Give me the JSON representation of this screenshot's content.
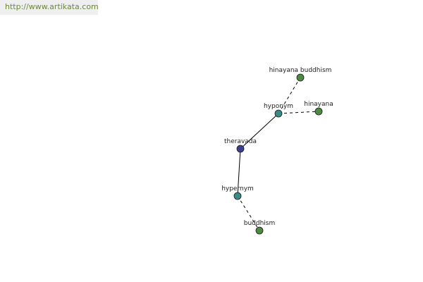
{
  "site": {
    "url_text": "http://www.artikata.com"
  },
  "colors": {
    "center": "#3b3f8f",
    "relation": "#3a8a86",
    "term": "#4f8a43",
    "edge": "#000000",
    "banner_bg": "#efefef",
    "url_text": "#6a8a3a"
  },
  "graph": {
    "nodes": [
      {
        "id": "theravada",
        "label": "theravada",
        "kind": "center"
      },
      {
        "id": "hyponym",
        "label": "hyponym",
        "kind": "relation"
      },
      {
        "id": "hypernym",
        "label": "hypernym",
        "kind": "relation"
      },
      {
        "id": "hinayana_buddhism",
        "label": "hinayana buddhism",
        "kind": "term"
      },
      {
        "id": "hinayana",
        "label": "hinayana",
        "kind": "term"
      },
      {
        "id": "buddhism",
        "label": "buddhism",
        "kind": "term"
      }
    ],
    "edges": [
      {
        "from": "theravada",
        "to": "hyponym",
        "style": "solid"
      },
      {
        "from": "theravada",
        "to": "hypernym",
        "style": "solid"
      },
      {
        "from": "hyponym",
        "to": "hinayana_buddhism",
        "style": "dashed"
      },
      {
        "from": "hyponym",
        "to": "hinayana",
        "style": "dashed"
      },
      {
        "from": "hypernym",
        "to": "buddhism",
        "style": "dashed"
      }
    ]
  }
}
